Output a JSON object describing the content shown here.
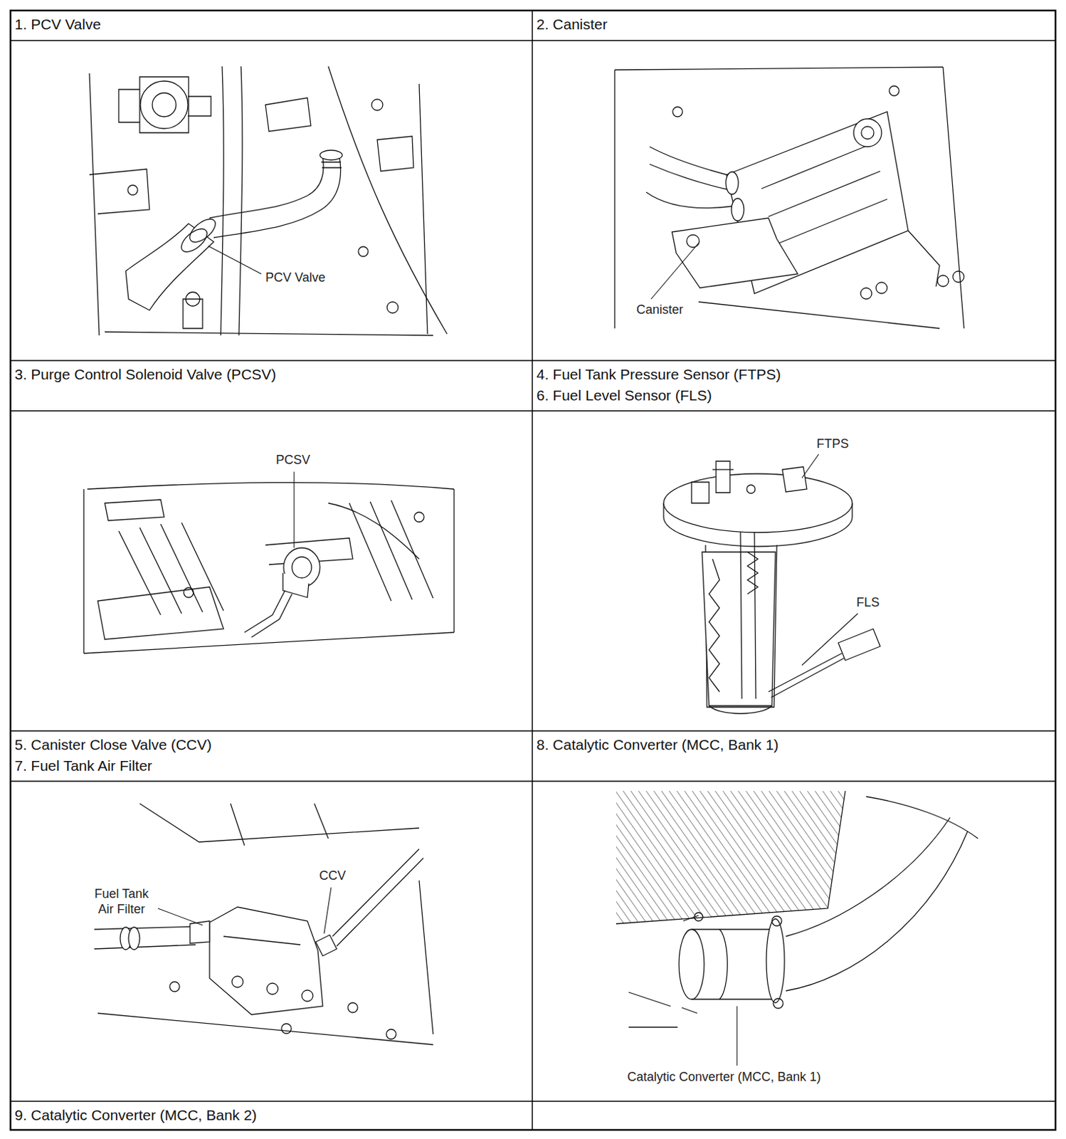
{
  "diagram": {
    "nodes": [
      {
        "text": [
          "1. PCV Valve"
        ]
      },
      {
        "text": [
          "2. Canister"
        ]
      },
      {
        "text": [
          "3. Purge Control Solenoid Valve (PCSV)"
        ]
      },
      {
        "text": [
          "4. Fuel Tank Pressure Sensor (FTPS)",
          "6. Fuel Level Sensor (FLS)"
        ]
      },
      {
        "text": [
          "5. Canister Close Valve (CCV)",
          "7. Fuel Tank Air Filter"
        ]
      },
      {
        "text": [
          "8. Catalytic Converter (MCC, Bank 1)"
        ]
      },
      {
        "text": [
          "9. Catalytic Converter (MCC, Bank 2)"
        ]
      }
    ],
    "labels": [
      "PCV Valve",
      "Canister",
      "PCSV",
      "FTPS",
      "FLS",
      "Fuel Tank Air Filter",
      "CCV",
      "Catalytic Converter (MCC, Bank 1)"
    ]
  }
}
